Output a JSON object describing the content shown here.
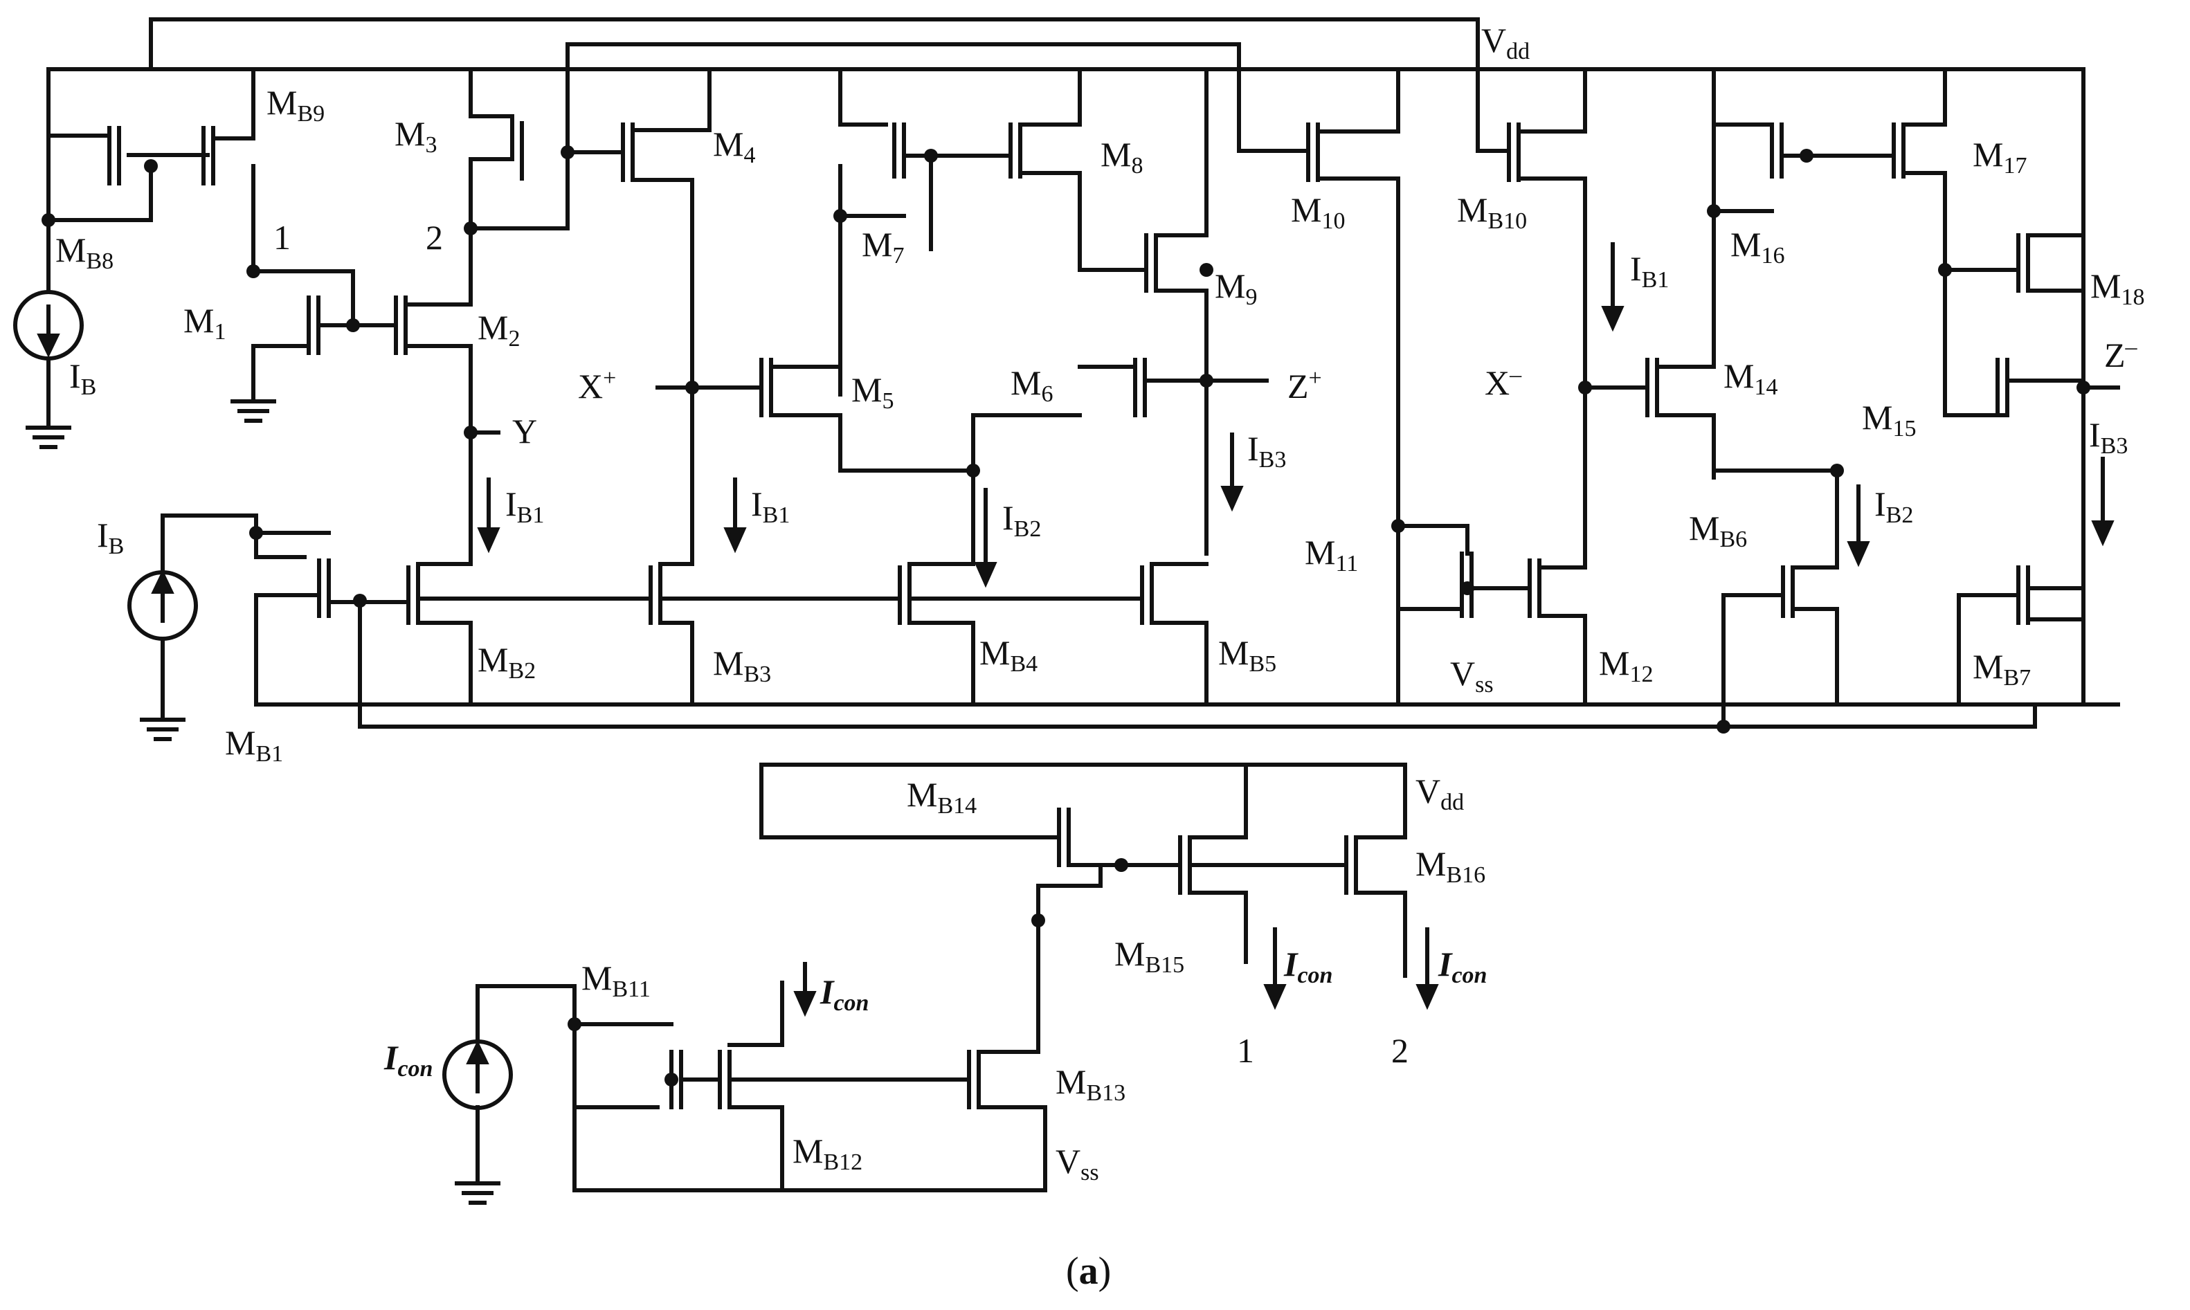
{
  "caption": {
    "open": "(",
    "letter": "a",
    "close": ")"
  },
  "supply": {
    "vdd_top": {
      "base": "V",
      "sub": "dd"
    },
    "vss_mid": {
      "base": "V",
      "sub": "ss"
    },
    "vdd_bias": {
      "base": "V",
      "sub": "dd"
    },
    "vss_bias": {
      "base": "V",
      "sub": "ss"
    }
  },
  "transistors": {
    "MB8": {
      "base": "M",
      "sub": "B8"
    },
    "MB9": {
      "base": "M",
      "sub": "B9"
    },
    "M1": {
      "base": "M",
      "sub": "1"
    },
    "M2": {
      "base": "M",
      "sub": "2"
    },
    "M3": {
      "base": "M",
      "sub": "3"
    },
    "M4": {
      "base": "M",
      "sub": "4"
    },
    "M5": {
      "base": "M",
      "sub": "5"
    },
    "M6": {
      "base": "M",
      "sub": "6"
    },
    "M7": {
      "base": "M",
      "sub": "7"
    },
    "M8": {
      "base": "M",
      "sub": "8"
    },
    "M9": {
      "base": "M",
      "sub": "9"
    },
    "M10": {
      "base": "M",
      "sub": "10"
    },
    "M11": {
      "base": "M",
      "sub": "11"
    },
    "M12": {
      "base": "M",
      "sub": "12"
    },
    "MB10": {
      "base": "M",
      "sub": "B10"
    },
    "M14": {
      "base": "M",
      "sub": "14"
    },
    "M15": {
      "base": "M",
      "sub": "15"
    },
    "M16": {
      "base": "M",
      "sub": "16"
    },
    "M17": {
      "base": "M",
      "sub": "17"
    },
    "M18": {
      "base": "M",
      "sub": "18"
    },
    "MB1": {
      "base": "M",
      "sub": "B1"
    },
    "MB2": {
      "base": "M",
      "sub": "B2"
    },
    "MB3": {
      "base": "M",
      "sub": "B3"
    },
    "MB4": {
      "base": "M",
      "sub": "B4"
    },
    "MB5": {
      "base": "M",
      "sub": "B5"
    },
    "MB6": {
      "base": "M",
      "sub": "B6"
    },
    "MB7": {
      "base": "M",
      "sub": "B7"
    },
    "MB11": {
      "base": "M",
      "sub": "B11"
    },
    "MB12": {
      "base": "M",
      "sub": "B12"
    },
    "MB13": {
      "base": "M",
      "sub": "B13"
    },
    "MB14": {
      "base": "M",
      "sub": "B14"
    },
    "MB15": {
      "base": "M",
      "sub": "B15"
    },
    "MB16": {
      "base": "M",
      "sub": "B16"
    }
  },
  "currents": {
    "IB_src_top": {
      "base": "I",
      "sub": "B"
    },
    "IB_src_bottom": {
      "base": "I",
      "sub": "B"
    },
    "IB1_a": {
      "base": "I",
      "sub": "B1"
    },
    "IB1_b": {
      "base": "I",
      "sub": "B1"
    },
    "IB2_a": {
      "base": "I",
      "sub": "B2"
    },
    "IB3_a": {
      "base": "I",
      "sub": "B3"
    },
    "IB1_c": {
      "base": "I",
      "sub": "B1"
    },
    "IB2_b": {
      "base": "I",
      "sub": "B2"
    },
    "IB3_b": {
      "base": "I",
      "sub": "B3"
    },
    "Icon_src": {
      "base": "I",
      "sub": "con"
    },
    "Icon_1": {
      "base": "I",
      "sub": "con"
    },
    "Icon_2": {
      "base": "I",
      "sub": "con"
    },
    "Icon_3": {
      "base": "I",
      "sub": "con"
    }
  },
  "nodes": {
    "node1_top": "1",
    "node2_top": "2",
    "node1_bias": "1",
    "node2_bias": "2",
    "Y": "Y",
    "Xp": {
      "base": "X",
      "sup": "+"
    },
    "Zp": {
      "base": "Z",
      "sup": "+"
    },
    "Xm": {
      "base": "X",
      "sup": "–"
    },
    "Zm": {
      "base": "Z",
      "sup": "–"
    }
  }
}
